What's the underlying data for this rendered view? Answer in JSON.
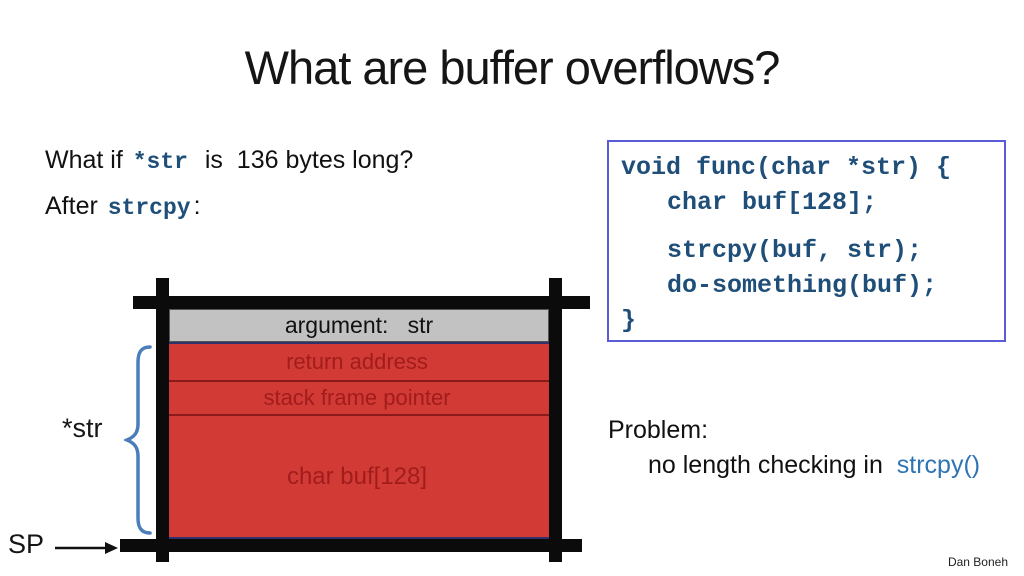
{
  "title": "What are buffer overflows?",
  "footer": "Dan Boneh",
  "intro": {
    "line1": {
      "pre": "What if ",
      "code": "*str",
      "post": "  is  136 bytes long?"
    },
    "line2": {
      "pre": "After ",
      "code": "strcpy",
      "post": ":"
    }
  },
  "code": {
    "lines": [
      "void func(char *str) {",
      "char buf[128];",
      "strcpy(buf, str);",
      "do-something(buf);",
      "}"
    ]
  },
  "stack": {
    "argument": "argument:   str",
    "rows": [
      "return address",
      "stack frame pointer",
      "char buf[128]"
    ],
    "brace_label": "*str",
    "sp_label": "SP"
  },
  "problem": {
    "heading": "Problem:",
    "body_pre": "no length checking in  ",
    "body_code": "strcpy()"
  },
  "colors": {
    "code_blue": "#1F4E79",
    "accent_blue": "#2E74B5",
    "code_box_border": "#5B5BD6",
    "red_fill": "#D23B35",
    "red_text": "#A21C1C",
    "red_divider": "#8B1B1B",
    "gray_fill": "#C2C2C2",
    "brace_blue": "#4A7EBB",
    "bar_black": "#0b0b0b"
  }
}
